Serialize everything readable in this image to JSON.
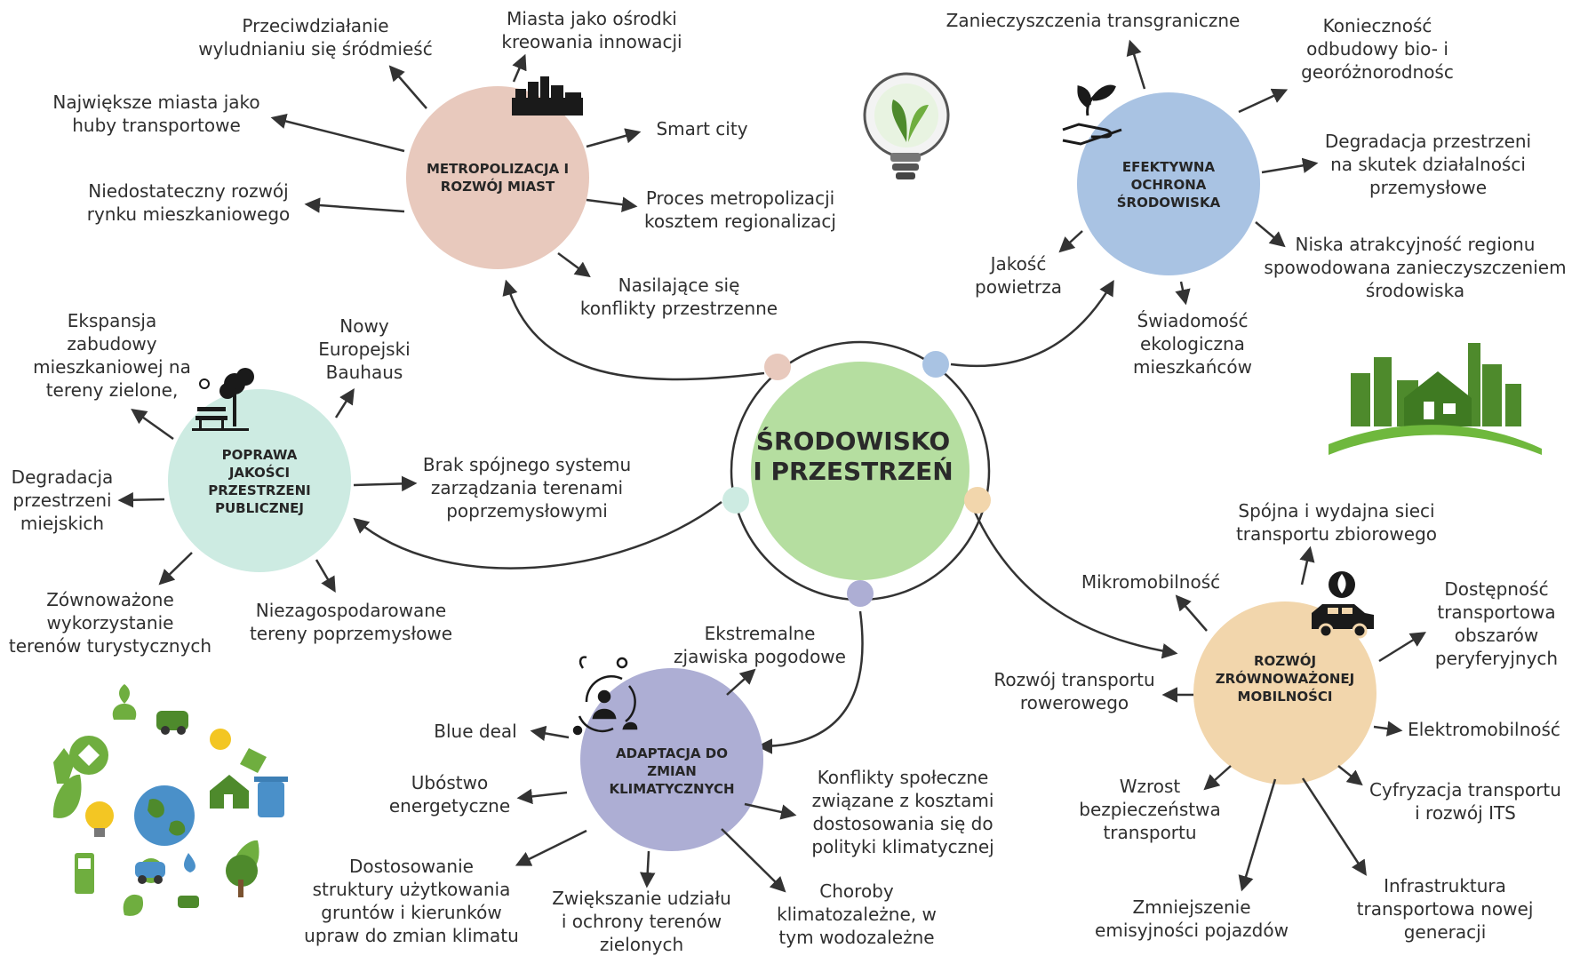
{
  "center": {
    "line1": "ŚRODOWISKO",
    "line2": "I PRZESTRZEŃ"
  },
  "nodes": {
    "metro": {
      "title1": "METROPOLIZACJA I",
      "title2": "ROZWÓJ MIAST"
    },
    "eko": {
      "title1": "EFEKTYWNA",
      "title2": "OCHRONA",
      "title3": "ŚRODOWISKA"
    },
    "pub": {
      "title1": "POPRAWA",
      "title2": "JAKOŚCI",
      "title3": "PRZESTRZENI",
      "title4": "PUBLICZNEJ"
    },
    "adapt": {
      "title1": "ADAPTACJA DO",
      "title2": "ZMIAN",
      "title3": "KLIMATYCZNYCH"
    },
    "mob": {
      "title1": "ROZWÓJ",
      "title2": "ZRÓWNOWAŻONEJ",
      "title3": "MOBILNOŚCI"
    }
  },
  "labels": {
    "metro": {
      "l1": "Przeciwdziałanie\nwyludnianiu się śródmieść",
      "l2": "Miasta jako ośrodki\nkreowania innowacji",
      "l3": "Największe miasta jako\nhuby transportowe",
      "l4": "Smart city",
      "l5": "Niedostateczny rozwój\nrynku mieszkaniowego",
      "l6": "Proces metropolizacji\nkosztem regionalizacj",
      "l7": "Nasilające się\nkonflikty przestrzenne"
    },
    "eko": {
      "l1": "Zanieczyszczenia transgraniczne",
      "l2": "Konieczność\nodbudowy bio- i\ngeoróżnorodnośc",
      "l3": "Degradacja przestrzeni\nna skutek działalności\nprzemysłowe",
      "l4": "Niska atrakcyjność regionu\nspowodowana zanieczyszczeniem\nśrodowiska",
      "l5": "Jakość\npowietrza",
      "l6": "Świadomość\nekologiczna\nmieszkańców"
    },
    "pub": {
      "l1": "Ekspansja\nzabudowy\nmieszkaniowej na\ntereny zielone,",
      "l2": "Nowy\nEuropejski\nBauhaus",
      "l3": "Degradacja\nprzestrzeni\nmiejskich",
      "l4": "Brak spójnego systemu\nzarządzania terenami\npoprzemysłowymi",
      "l5": "Zównoważone\nwykorzystanie\nterenów turystycznych",
      "l6": "Niezagospodarowane\ntereny poprzemysłowe"
    },
    "adapt": {
      "l1": "Ekstremalne\nzjawiska pogodowe",
      "l2": "Blue deal",
      "l3": "Ubóstwo\nenergetyczne",
      "l4": "Konflikty społeczne\nzwiązane z kosztami\ndostosowania się do\npolityki klimatycznej",
      "l5": "Dostosowanie\nstruktury użytkowania\ngruntów i kierunków\nupraw do zmian klimatu",
      "l6": "Zwiększanie udziału\ni ochrony terenów\nzielonych",
      "l7": "Choroby\nklimatozależne, w\ntym wodozależne"
    },
    "mob": {
      "l1": "Spójna i wydajna sieci\ntransportu zbiorowego",
      "l2": "Mikromobilność",
      "l3": "Dostępność\ntransportowa\nobszarów\nperyferyjnych",
      "l4": "Rozwój transportu\nrowerowego",
      "l5": "Elektromobilność",
      "l6": "Wzrost\nbezpieczeństwa\ntransportu",
      "l7": "Cyfryzacja transportu\ni rozwój ITS",
      "l8": "Zmniejszenie\nemisyjności pojazdów",
      "l9": "Infrastruktura\ntransportowa nowej\ngeneracji"
    }
  },
  "colors": {
    "center": "#b5dea0",
    "metro": "#e8c9bd",
    "eko": "#a9c3e3",
    "pub": "#cdebe2",
    "adapt": "#adaed4",
    "mob": "#f2d6ac",
    "arrow": "#333333",
    "plant": "#4e8a2c"
  },
  "icons": [
    "city-skyline-icon",
    "lightbulb-plant-icon",
    "hand-plant-icon",
    "green-city-icon",
    "park-bench-tree-icon",
    "climate-cycle-icon",
    "eco-car-icon",
    "eco-icons-cluster"
  ]
}
